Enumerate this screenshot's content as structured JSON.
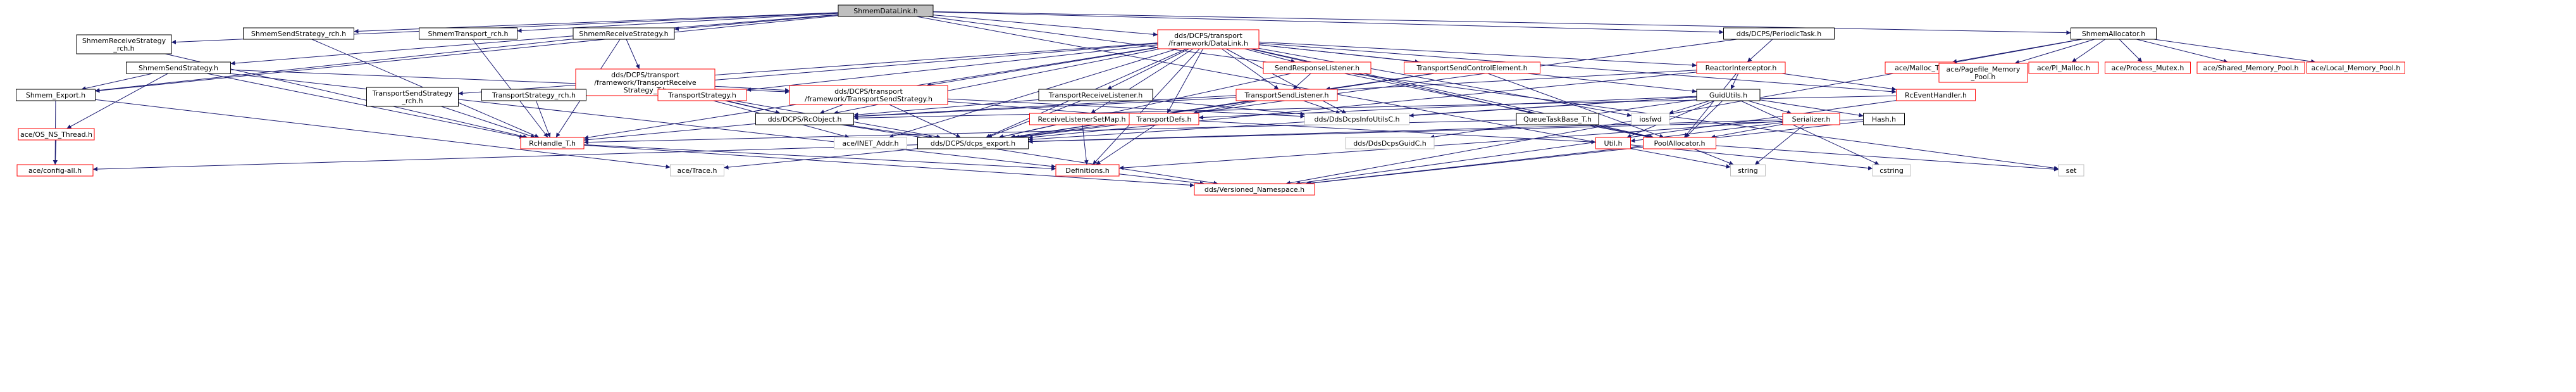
{
  "graph": {
    "title": "",
    "colors": {
      "edge": "#191970",
      "root_fill": "#bfbfbf",
      "node_fill": "#ffffff",
      "black_border": "#000000",
      "red_border": "#ff0000",
      "gray_border": "#bfbfbf"
    },
    "nodes": [
      {
        "id": "root",
        "lines": [
          "ShmemDataLink.h"
        ],
        "style": "root"
      },
      {
        "id": "srs_rch",
        "lines": [
          "ShmemReceiveStrategy",
          "_rch.h"
        ],
        "style": "black"
      },
      {
        "id": "sss_rch",
        "lines": [
          "ShmemSendStrategy_rch.h"
        ],
        "style": "black"
      },
      {
        "id": "st_rch",
        "lines": [
          "ShmemTransport_rch.h"
        ],
        "style": "black"
      },
      {
        "id": "srs",
        "lines": [
          "ShmemReceiveStrategy.h"
        ],
        "style": "black"
      },
      {
        "id": "dcps_dl",
        "lines": [
          "dds/DCPS/transport",
          "/framework/DataLink.h"
        ],
        "style": "red"
      },
      {
        "id": "periodic",
        "lines": [
          "dds/DCPS/PeriodicTask.h"
        ],
        "style": "black"
      },
      {
        "id": "salloc",
        "lines": [
          "ShmemAllocator.h"
        ],
        "style": "black"
      },
      {
        "id": "sss",
        "lines": [
          "ShmemSendStrategy.h"
        ],
        "style": "black"
      },
      {
        "id": "trs_t",
        "lines": [
          "dds/DCPS/transport",
          "/framework/TransportReceive",
          "Strategy_T.h"
        ],
        "style": "red"
      },
      {
        "id": "srl",
        "lines": [
          "SendResponseListener.h"
        ],
        "style": "red"
      },
      {
        "id": "tsce",
        "lines": [
          "TransportSendControlElement.h"
        ],
        "style": "red"
      },
      {
        "id": "reactor",
        "lines": [
          "ReactorInterceptor.h"
        ],
        "style": "red"
      },
      {
        "id": "malloc_t",
        "lines": [
          "ace/Malloc_T.h"
        ],
        "style": "red"
      },
      {
        "id": "pagefile",
        "lines": [
          "ace/Pagefile_Memory",
          "_Pool.h"
        ],
        "style": "red"
      },
      {
        "id": "pi_malloc",
        "lines": [
          "ace/PI_Malloc.h"
        ],
        "style": "red"
      },
      {
        "id": "proc_mutex",
        "lines": [
          "ace/Process_Mutex.h"
        ],
        "style": "red"
      },
      {
        "id": "shared_pool",
        "lines": [
          "ace/Shared_Memory_Pool.h"
        ],
        "style": "red"
      },
      {
        "id": "local_pool",
        "lines": [
          "ace/Local_Memory_Pool.h"
        ],
        "style": "red"
      },
      {
        "id": "tss_rch",
        "lines": [
          "TransportSendStrategy",
          "_rch.h"
        ],
        "style": "black"
      },
      {
        "id": "ts_rch",
        "lines": [
          "TransportStrategy_rch.h"
        ],
        "style": "black"
      },
      {
        "id": "tstrat",
        "lines": [
          "TransportStrategy.h"
        ],
        "style": "red"
      },
      {
        "id": "tss",
        "lines": [
          "dds/DCPS/transport",
          "/framework/TransportSendStrategy.h"
        ],
        "style": "red"
      },
      {
        "id": "trl",
        "lines": [
          "TransportReceiveListener.h"
        ],
        "style": "black"
      },
      {
        "id": "tsl",
        "lines": [
          "TransportSendListener.h"
        ],
        "style": "red"
      },
      {
        "id": "guidutils",
        "lines": [
          "GuidUtils.h"
        ],
        "style": "black"
      },
      {
        "id": "reh",
        "lines": [
          "RcEventHandler.h"
        ],
        "style": "red"
      },
      {
        "id": "shmem_export",
        "lines": [
          "Shmem_Export.h"
        ],
        "style": "black"
      },
      {
        "id": "rcobject",
        "lines": [
          "dds/DCPS/RcObject.h"
        ],
        "style": "black"
      },
      {
        "id": "rlsm",
        "lines": [
          "ReceiveListenerSetMap.h"
        ],
        "style": "red"
      },
      {
        "id": "tdefs",
        "lines": [
          "TransportDefs.h"
        ],
        "style": "red"
      },
      {
        "id": "infoutils",
        "lines": [
          "dds/DdsDcpsInfoUtilsC.h"
        ],
        "style": "gray"
      },
      {
        "id": "iosfwd",
        "lines": [
          "iosfwd"
        ],
        "style": "gray"
      },
      {
        "id": "qtb",
        "lines": [
          "QueueTaskBase_T.h"
        ],
        "style": "black"
      },
      {
        "id": "hash",
        "lines": [
          "Hash.h"
        ],
        "style": "black"
      },
      {
        "id": "serializer",
        "lines": [
          "Serializer.h"
        ],
        "style": "red"
      },
      {
        "id": "os_ns_thread",
        "lines": [
          "ace/OS_NS_Thread.h"
        ],
        "style": "red"
      },
      {
        "id": "rchandle",
        "lines": [
          "RcHandle_T.h"
        ],
        "style": "red"
      },
      {
        "id": "inet",
        "lines": [
          "ace/INET_Addr.h"
        ],
        "style": "gray"
      },
      {
        "id": "dcps_export",
        "lines": [
          "dds/DCPS/dcps_export.h"
        ],
        "style": "black"
      },
      {
        "id": "guidc",
        "lines": [
          "dds/DdsDcpsGuidC.h"
        ],
        "style": "gray"
      },
      {
        "id": "util",
        "lines": [
          "Util.h"
        ],
        "style": "red"
      },
      {
        "id": "pool",
        "lines": [
          "PoolAllocator.h"
        ],
        "style": "red"
      },
      {
        "id": "cstring",
        "lines": [
          "cstring"
        ],
        "style": "gray"
      },
      {
        "id": "set",
        "lines": [
          "set"
        ],
        "style": "gray"
      },
      {
        "id": "string",
        "lines": [
          "string"
        ],
        "style": "gray"
      },
      {
        "id": "config_all",
        "lines": [
          "ace/config-all.h"
        ],
        "style": "red"
      },
      {
        "id": "trace",
        "lines": [
          "ace/Trace.h"
        ],
        "style": "gray"
      },
      {
        "id": "definitions",
        "lines": [
          "Definitions.h"
        ],
        "style": "red"
      },
      {
        "id": "versioned",
        "lines": [
          "dds/Versioned_Namespace.h"
        ],
        "style": "red"
      }
    ],
    "edges": [
      [
        "root",
        "srs_rch"
      ],
      [
        "root",
        "sss_rch"
      ],
      [
        "root",
        "st_rch"
      ],
      [
        "root",
        "srs"
      ],
      [
        "root",
        "dcps_dl"
      ],
      [
        "root",
        "periodic"
      ],
      [
        "root",
        "salloc"
      ],
      [
        "root",
        "sss"
      ],
      [
        "root",
        "shmem_export"
      ],
      [
        "root",
        "set"
      ],
      [
        "root",
        "string"
      ],
      [
        "srs_rch",
        "rchandle"
      ],
      [
        "sss_rch",
        "rchandle"
      ],
      [
        "st_rch",
        "rchandle"
      ],
      [
        "srs",
        "shmem_export"
      ],
      [
        "srs",
        "trs_t"
      ],
      [
        "srs",
        "rchandle"
      ],
      [
        "dcps_dl",
        "tss_rch"
      ],
      [
        "dcps_dl",
        "ts_rch"
      ],
      [
        "dcps_dl",
        "tstrat"
      ],
      [
        "dcps_dl",
        "tss"
      ],
      [
        "dcps_dl",
        "trl"
      ],
      [
        "dcps_dl",
        "tsl"
      ],
      [
        "dcps_dl",
        "srl"
      ],
      [
        "dcps_dl",
        "tsce"
      ],
      [
        "dcps_dl",
        "reactor"
      ],
      [
        "dcps_dl",
        "guidutils"
      ],
      [
        "dcps_dl",
        "qtb"
      ],
      [
        "dcps_dl",
        "rcobject"
      ],
      [
        "dcps_dl",
        "rlsm"
      ],
      [
        "dcps_dl",
        "tdefs"
      ],
      [
        "dcps_dl",
        "infoutils"
      ],
      [
        "dcps_dl",
        "iosfwd"
      ],
      [
        "dcps_dl",
        "dcps_export"
      ],
      [
        "dcps_dl",
        "inet"
      ],
      [
        "dcps_dl",
        "definitions"
      ],
      [
        "dcps_dl",
        "reh"
      ],
      [
        "dcps_dl",
        "rchandle"
      ],
      [
        "dcps_dl",
        "pool"
      ],
      [
        "periodic",
        "reactor"
      ],
      [
        "periodic",
        "dcps_export"
      ],
      [
        "salloc",
        "malloc_t"
      ],
      [
        "salloc",
        "pagefile"
      ],
      [
        "salloc",
        "pi_malloc"
      ],
      [
        "salloc",
        "proc_mutex"
      ],
      [
        "salloc",
        "shared_pool"
      ],
      [
        "salloc",
        "local_pool"
      ],
      [
        "salloc",
        "versioned"
      ],
      [
        "sss",
        "shmem_export"
      ],
      [
        "sss",
        "tss"
      ],
      [
        "sss",
        "os_ns_thread"
      ],
      [
        "sss",
        "rchandle"
      ],
      [
        "sss",
        "definitions"
      ],
      [
        "trs_t",
        "tstrat"
      ],
      [
        "trs_t",
        "tss"
      ],
      [
        "trs_t",
        "rcobject"
      ],
      [
        "trs_t",
        "inet"
      ],
      [
        "srl",
        "tsl"
      ],
      [
        "srl",
        "dcps_export"
      ],
      [
        "srl",
        "pool"
      ],
      [
        "tsce",
        "tsl"
      ],
      [
        "tsce",
        "dcps_export"
      ],
      [
        "tsce",
        "pool"
      ],
      [
        "reactor",
        "rcobject"
      ],
      [
        "reactor",
        "reh"
      ],
      [
        "reactor",
        "guidutils"
      ],
      [
        "reactor",
        "dcps_export"
      ],
      [
        "reactor",
        "pool"
      ],
      [
        "tss_rch",
        "rchandle"
      ],
      [
        "ts_rch",
        "rchandle"
      ],
      [
        "tstrat",
        "rcobject"
      ],
      [
        "tstrat",
        "dcps_export"
      ],
      [
        "tss",
        "tdefs"
      ],
      [
        "tss",
        "rcobject"
      ],
      [
        "tss",
        "dcps_export"
      ],
      [
        "tss",
        "infoutils"
      ],
      [
        "trl",
        "rcobject"
      ],
      [
        "trl",
        "dcps_export"
      ],
      [
        "trl",
        "infoutils"
      ],
      [
        "tsl",
        "tdefs"
      ],
      [
        "tsl",
        "rcobject"
      ],
      [
        "tsl",
        "dcps_export"
      ],
      [
        "tsl",
        "infoutils"
      ],
      [
        "guidutils",
        "hash"
      ],
      [
        "guidutils",
        "serializer"
      ],
      [
        "guidutils",
        "infoutils"
      ],
      [
        "guidutils",
        "iosfwd"
      ],
      [
        "guidutils",
        "dcps_export"
      ],
      [
        "guidutils",
        "guidc"
      ],
      [
        "guidutils",
        "cstring"
      ],
      [
        "guidutils",
        "util"
      ],
      [
        "guidutils",
        "pool"
      ],
      [
        "guidutils",
        "tdefs"
      ],
      [
        "reh",
        "rcobject"
      ],
      [
        "reh",
        "versioned"
      ],
      [
        "shmem_export",
        "config_all"
      ],
      [
        "shmem_export",
        "trace"
      ],
      [
        "rcobject",
        "rchandle"
      ],
      [
        "rcobject",
        "dcps_export"
      ],
      [
        "rcobject",
        "versioned"
      ],
      [
        "rlsm",
        "tdefs"
      ],
      [
        "rlsm",
        "definitions"
      ],
      [
        "rlsm",
        "dcps_export"
      ],
      [
        "tdefs",
        "definitions"
      ],
      [
        "tdefs",
        "util"
      ],
      [
        "tdefs",
        "dcps_export"
      ],
      [
        "qtb",
        "pool"
      ],
      [
        "qtb",
        "rchandle"
      ],
      [
        "hash",
        "dcps_export"
      ],
      [
        "hash",
        "versioned"
      ],
      [
        "serializer",
        "definitions"
      ],
      [
        "serializer",
        "pool"
      ],
      [
        "serializer",
        "string"
      ],
      [
        "serializer",
        "dcps_export"
      ],
      [
        "serializer",
        "util"
      ],
      [
        "os_ns_thread",
        "config_all"
      ],
      [
        "rchandle",
        "versioned"
      ],
      [
        "rchandle",
        "definitions"
      ],
      [
        "dcps_export",
        "config_all"
      ],
      [
        "dcps_export",
        "trace"
      ],
      [
        "util",
        "cstring"
      ],
      [
        "pool",
        "versioned"
      ],
      [
        "pool",
        "string"
      ],
      [
        "pool",
        "set"
      ],
      [
        "definitions",
        "versioned"
      ]
    ]
  }
}
